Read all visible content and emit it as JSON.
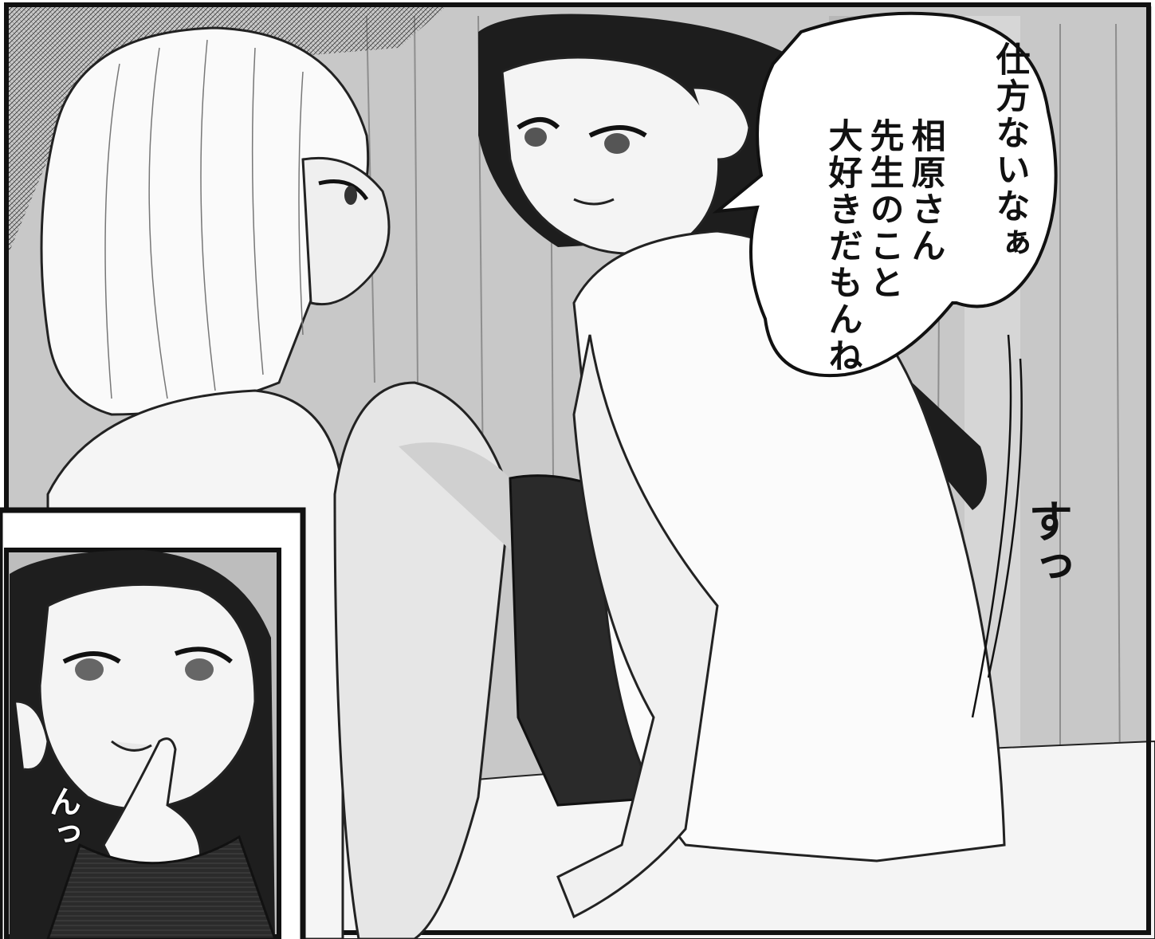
{
  "speech_bubble": {
    "lines": [
      "仕方ないなぁ",
      "相原さん",
      "先生のこと",
      "大好きだもんね"
    ]
  },
  "sound_effects": {
    "main_panel": "すっ",
    "inset_panel": "んっ"
  },
  "colors": {
    "background": "#ffffff",
    "ink": "#111111",
    "wall_gray": "#c9c9c9",
    "dark_hair": "#1d1d1d",
    "skirt": "#2a2a2a"
  }
}
